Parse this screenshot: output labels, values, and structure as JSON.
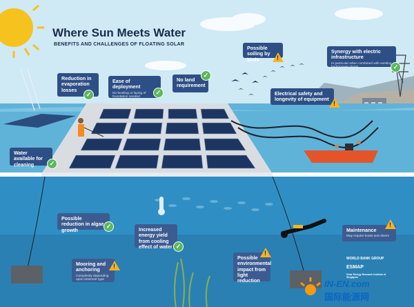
{
  "title": "Where Sun Meets Water",
  "subtitle": "BENEFITS AND CHALLENGES OF FLOATING SOLAR",
  "callouts": {
    "evaporation": {
      "label": "Reduction in evaporation losses"
    },
    "deployment": {
      "label": "Ease of deployment",
      "sub": "No leveling or laying of foundation needed"
    },
    "land": {
      "label": "No land requirement"
    },
    "soiling": {
      "label": "Possible soiling by birds"
    },
    "synergy": {
      "label": "Synergy with electric infrastructure",
      "sub": "In particular when combined with existing hydropower plants"
    },
    "electrical": {
      "label": "Electrical safety and longevity of equipment"
    },
    "cleaning": {
      "label": "Water available for cleaning"
    },
    "algae": {
      "label": "Possible reduction in algae growth"
    },
    "energy": {
      "label": "Increased energy yield from cooling effect of water"
    },
    "maintenance": {
      "label": "Maintenance",
      "sub": "May require boats and divers"
    },
    "mooring": {
      "label": "Mooring and anchoring",
      "sub": "Complexity depending upon reservoir type"
    },
    "environment": {
      "label": "Possible environmental impact from light reduction"
    }
  },
  "logos": {
    "worldbank": "WORLD BANK GROUP",
    "esmap": "ESMAP",
    "seris": "Solar Energy Research Institute of Singapore"
  },
  "watermark": {
    "line1": "IN-EN.com",
    "line2": "国际能源网"
  },
  "colors": {
    "sky": "#c9e6f3",
    "water_surface": "#5fb3d9",
    "underwater": "#2f8fc4",
    "callout": "#2e4f86",
    "check": "#5cb85c",
    "warning": "#f6b323"
  }
}
